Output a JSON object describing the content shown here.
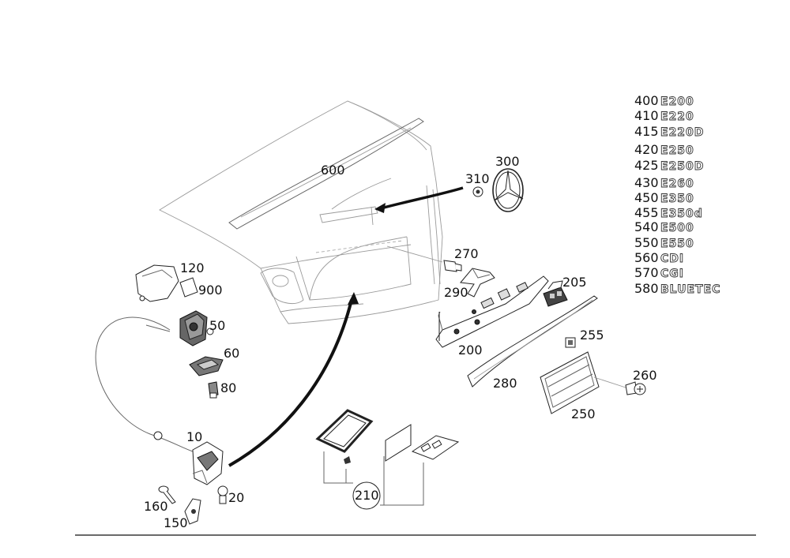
{
  "parts": {
    "p600": "600",
    "p310": "310",
    "p300": "300",
    "p270": "270",
    "p290": "290",
    "p205": "205",
    "p200": "200",
    "p255": "255",
    "p280": "280",
    "p260": "260",
    "p250": "250",
    "p120": "120",
    "p900": "900",
    "p50": "50",
    "p60": "60",
    "p80": "80",
    "p10": "10",
    "p160": "160",
    "p150": "150",
    "p20": "20",
    "p210": "210"
  },
  "legend": [
    {
      "num": "400",
      "badge": "E200"
    },
    {
      "num": "410",
      "badge": "E220"
    },
    {
      "num": "415",
      "badge": "E220D"
    },
    {
      "num": "420",
      "badge": "E250"
    },
    {
      "num": "425",
      "badge": "E250D"
    },
    {
      "num": "430",
      "badge": "E260"
    },
    {
      "num": "450",
      "badge": "E350"
    },
    {
      "num": "455",
      "badge": "E350d"
    },
    {
      "num": "540",
      "badge": "E500"
    },
    {
      "num": "550",
      "badge": "E550"
    },
    {
      "num": "560",
      "badge": "CDI"
    },
    {
      "num": "570",
      "badge": "CGI"
    },
    {
      "num": "580",
      "badge": "BLUETEC"
    }
  ]
}
